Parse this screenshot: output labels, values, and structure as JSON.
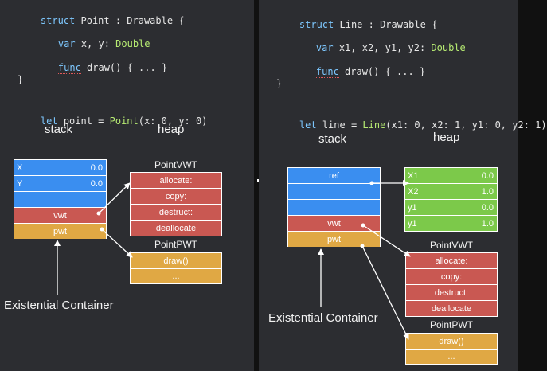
{
  "left": {
    "code": {
      "l1_kw": "struct",
      "l1_name": " Point : Drawable {",
      "l2_kw": "var",
      "l2_mid": " x, y: ",
      "l2_type": "Double",
      "l3_kw": "func",
      "l3_rest": " draw() { ... }",
      "l4": "}",
      "l5_kw": "let",
      "l5_mid": " point = ",
      "l5_type": "Point",
      "l5_rest": "(x: 0, y: 0)"
    },
    "stack_label": "stack",
    "heap_label": "heap",
    "stack_rows": [
      {
        "name": "X",
        "value": "0.0"
      },
      {
        "name": "Y",
        "value": "0.0"
      },
      {
        "name": "",
        "value": ""
      },
      {
        "name": "vwt",
        "value": ""
      },
      {
        "name": "pwt",
        "value": ""
      }
    ],
    "vwt_title": "PointVWT",
    "vwt_rows": [
      "allocate:",
      "copy:",
      "destruct:",
      "deallocate"
    ],
    "pwt_title": "PointPWT",
    "pwt_rows": [
      "draw()",
      "..."
    ],
    "container_label": "Existential Container"
  },
  "right": {
    "code": {
      "l1_kw": "struct",
      "l1_name": " Line : Drawable {",
      "l2_kw": "var",
      "l2_mid": " x1, x2, y1, y2: ",
      "l2_type": "Double",
      "l3_kw": "func",
      "l3_rest": " draw() { ... }",
      "l4": "}",
      "l5_kw": "let",
      "l5_mid": " line = ",
      "l5_type": "Line",
      "l5_rest": "(x1: 0, x2: 1, y1: 0, y2: 1)"
    },
    "stack_label": "stack",
    "heap_label": "heap",
    "stack_rows": [
      {
        "name": "ref"
      },
      {
        "name": ""
      },
      {
        "name": ""
      },
      {
        "name": "vwt"
      },
      {
        "name": "pwt"
      }
    ],
    "heap_rows": [
      {
        "name": "X1",
        "value": "0.0"
      },
      {
        "name": "X2",
        "value": "1.0"
      },
      {
        "name": "y1",
        "value": "0.0"
      },
      {
        "name": "y1",
        "value": "1.0"
      }
    ],
    "vwt_title": "PointVWT",
    "vwt_rows": [
      "allocate:",
      "copy:",
      "destruct:",
      "deallocate"
    ],
    "pwt_title": "PointPWT",
    "pwt_rows": [
      "draw()",
      "..."
    ],
    "container_label": "Existential Container"
  },
  "colors": {
    "background": "#2c2d31",
    "blue": "#3a8ef0",
    "red": "#c95852",
    "orange": "#e0a844",
    "green": "#7cc94a",
    "keyword": "#7ec8ff",
    "type": "#b6ea72"
  }
}
